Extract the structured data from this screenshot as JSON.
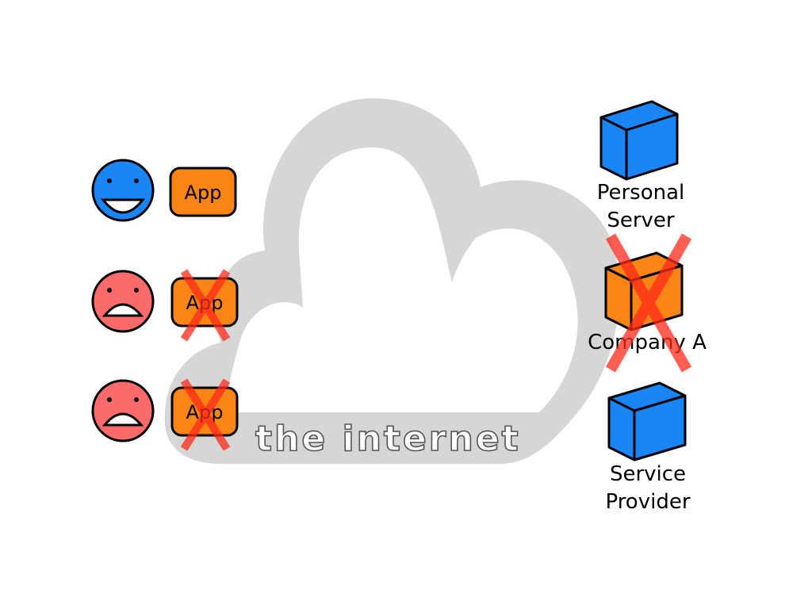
{
  "cloud": {
    "label": "the internet"
  },
  "users": [
    {
      "mood": "happy",
      "app_label": "App",
      "blocked": false
    },
    {
      "mood": "sad",
      "app_label": "App",
      "blocked": true
    },
    {
      "mood": "sad",
      "app_label": "App",
      "blocked": true
    }
  ],
  "servers": [
    {
      "label_lines": [
        "Personal",
        "Server"
      ],
      "blocked": false
    },
    {
      "label_lines": [
        "Company A"
      ],
      "blocked": true
    },
    {
      "label_lines": [
        "Service",
        "Provider"
      ],
      "blocked": false
    }
  ],
  "colors": {
    "happy_face": "#1a86f5",
    "sad_face": "#fb6b6b",
    "app_fill": "#f98514",
    "server_blue": "#1a86f5",
    "server_orange": "#f98514",
    "cloud": "#d6d6d6",
    "blocked_x": "#ff2a1a"
  }
}
